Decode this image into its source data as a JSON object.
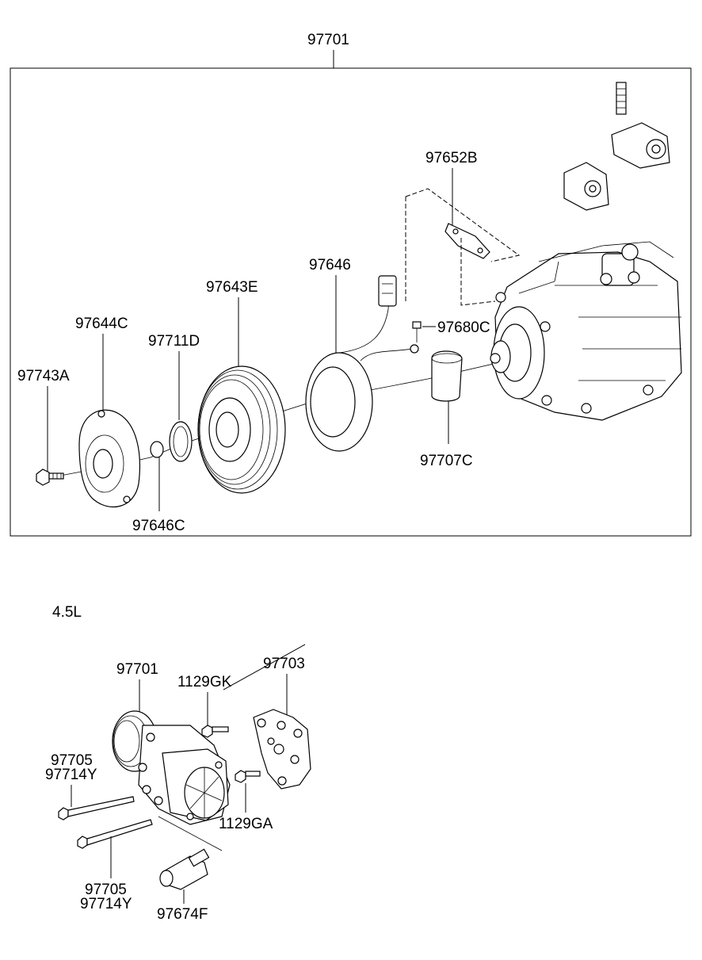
{
  "assembly_label": "97701",
  "variant_label": "4.5L",
  "callouts_main": {
    "p97652B": "97652B",
    "p97646": "97646",
    "p97643E": "97643E",
    "p97644C": "97644C",
    "p97711D": "97711D",
    "p97743A": "97743A",
    "p97680C": "97680C",
    "p97707C": "97707C",
    "p97646C": "97646C"
  },
  "callouts_lower": {
    "p97701": "97701",
    "p97703": "97703",
    "p1129GK": "1129GK",
    "p97705a": "97705",
    "p97714Ya": "97714Y",
    "p1129GA": "1129GA",
    "p97705b": "97705",
    "p97714Yb": "97714Y",
    "p97674F": "97674F"
  }
}
